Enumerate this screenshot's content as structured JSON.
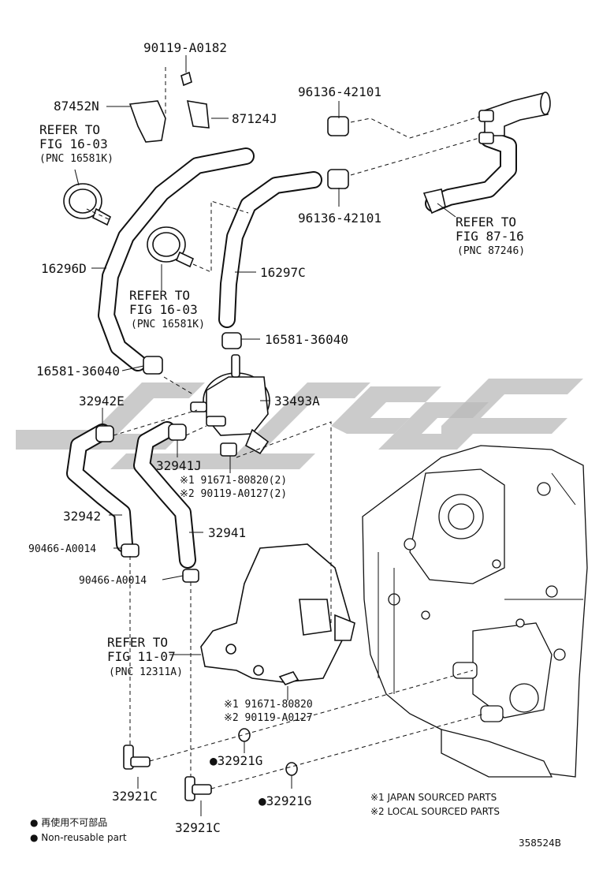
{
  "labels": {
    "p90119_a0182": "90119-A0182",
    "p87452n": "87452N",
    "p87124j": "87124J",
    "p96136_top": "96136-42101",
    "p96136_bottom": "96136-42101",
    "ref_16_03_a_l1": "REFER TO",
    "ref_16_03_a_l2": "FIG 16-03",
    "ref_16_03_a_l3": "(PNC 16581K)",
    "ref_87_16_l1": "REFER TO",
    "ref_87_16_l2": "FIG 87-16",
    "ref_87_16_l3": "(PNC 87246)",
    "p16296d": "16296D",
    "p16297c": "16297C",
    "ref_16_03_b_l1": "REFER TO",
    "ref_16_03_b_l2": "FIG 16-03",
    "ref_16_03_b_l3": "(PNC 16581K)",
    "p16581_right": "16581-36040",
    "p16581_left": "16581-36040",
    "p32942e": "32942E",
    "p33493a": "33493A",
    "p32941j": "32941J",
    "p91671_a": "※1 91671-80820(2)",
    "p90119_a": "※2 90119-A0127(2)",
    "p32942": "32942",
    "p32941": "32941",
    "p90466_a": "90466-A0014",
    "p90466_b": "90466-A0014",
    "ref_11_07_l1": "REFER TO",
    "ref_11_07_l2": "FIG 11-07",
    "ref_11_07_l3": "(PNC 12311A)",
    "p91671_b": "※1 91671-80820",
    "p90119_b": "※2 90119-A0127",
    "p32921g_a": "●32921G",
    "p32921g_b": "●32921G",
    "p32921c_a": "32921C",
    "p32921c_b": "32921C"
  },
  "notes": {
    "japan": "※1 JAPAN SOURCED PARTS",
    "local": "※2 LOCAL SOURCED PARTS",
    "legend_jp": "● 再使用不可部品",
    "legend_en": "● Non-reusable part"
  },
  "figure_id": "358524B",
  "colors": {
    "line": "#111111",
    "watermark": "#b9b9b9"
  }
}
